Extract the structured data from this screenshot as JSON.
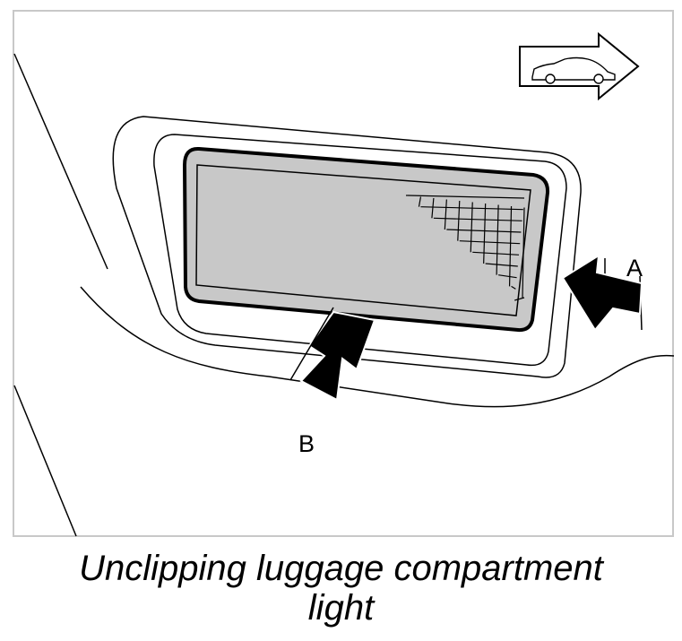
{
  "figure": {
    "label_a": "A",
    "label_b": "B",
    "orientation_icon": "vehicle-front-direction-icon",
    "colors": {
      "lens": "#c8c8c8",
      "frame": "#000000",
      "border": "#c8c8c8"
    }
  },
  "caption": {
    "line1": "Unclipping luggage compartment",
    "line2": "light"
  }
}
